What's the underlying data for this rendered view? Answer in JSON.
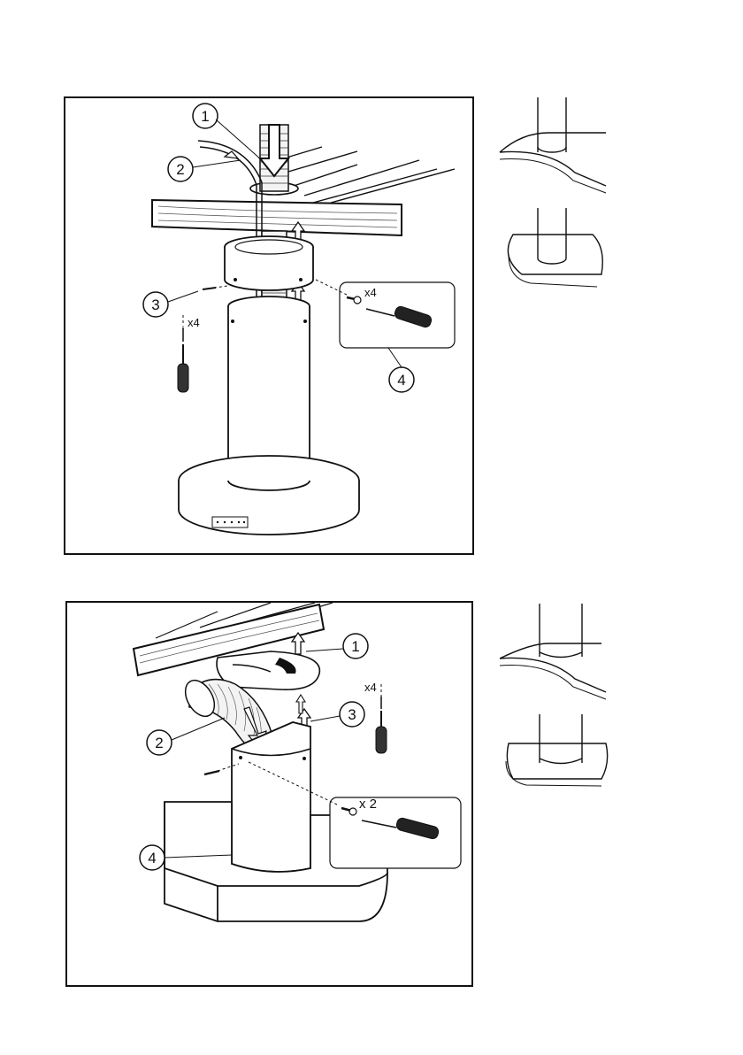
{
  "diagram_top": {
    "callouts": [
      "1",
      "2",
      "3",
      "4"
    ],
    "screw_count_left": "x4",
    "screw_count_right": "x4"
  },
  "diagram_bottom": {
    "callouts": [
      "1",
      "2",
      "3",
      "4"
    ],
    "screw_count_top": "x4",
    "screw_count_detail": "x 2"
  }
}
